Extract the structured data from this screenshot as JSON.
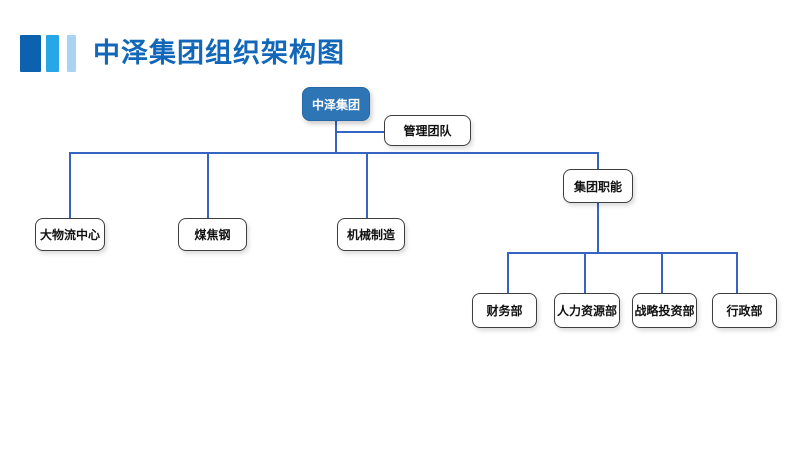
{
  "title": "中泽集团组织架构图",
  "colors": {
    "title_color": "#1267b8",
    "accent_dark": "#0d62b0",
    "accent_medium": "#27a7e8",
    "accent_light": "#a9d3f3",
    "root_fill": "#2e75b6",
    "root_text": "#ffffff",
    "line_color": "#3564c4",
    "node_border": "#3e3e3e",
    "node_text": "#111111"
  },
  "org": {
    "root": {
      "label": "中泽集团"
    },
    "staff": {
      "label": "管理团队"
    },
    "divisions": [
      {
        "label": "大物流中心"
      },
      {
        "label": "煤焦钢"
      },
      {
        "label": "机械制造"
      },
      {
        "label": "集团职能"
      }
    ],
    "departments": [
      {
        "label": "财务部"
      },
      {
        "label": "人力资源部"
      },
      {
        "label": "战略投资部"
      },
      {
        "label": "行政部"
      }
    ]
  }
}
